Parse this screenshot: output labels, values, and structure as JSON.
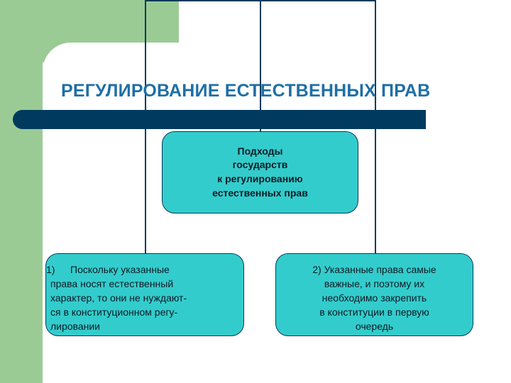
{
  "title": "РЕГУЛИРОВАНИЕ ЕСТЕСТВЕННЫХ ПРАВ",
  "colors": {
    "accent_green": "#9bcb95",
    "box_fill": "#33cccc",
    "title_color": "#1e6fa6",
    "bar_color": "#003a5e",
    "line_color": "#0d3a5c"
  },
  "top_box": {
    "text": "Подходы\nгосударств\nк регулированию\nестественных прав"
  },
  "left_box": {
    "number": "1)",
    "first_line": "Поскольку указанные",
    "rest": "права носят естественный\nхарактер, то они не нуждают-\nся в конституционном регу-\nлировании"
  },
  "right_box": {
    "text": "2) Указанные права самые\nважные, и поэтому их\nнеобходимо закрепить\nв конституции в первую\nочередь"
  }
}
